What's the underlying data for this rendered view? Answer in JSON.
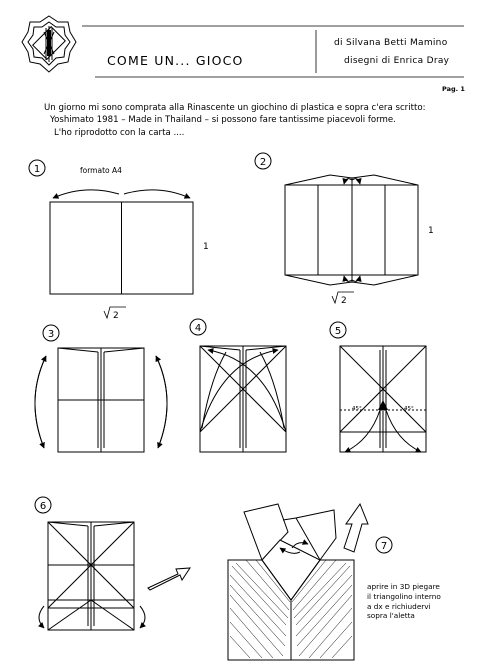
{
  "header": {
    "title": "COME UN... GIOCO",
    "author": "di Silvana Betti Mamino",
    "drawings": "disegni di Enrica  Dray",
    "page": "Pag. 1"
  },
  "intro": {
    "line1": "Un giorno mi sono comprata alla Rinascente un giochino di plastica e sopra c'era scritto:",
    "line2": "Yoshimato 1981 – Made in Thailand – si possono fare tantissime piacevoli forme.",
    "line3": "L'ho riprodotto con la carta ...."
  },
  "steps": {
    "s1": "1",
    "s2": "2",
    "s3": "3",
    "s4": "4",
    "s5": "5",
    "s6": "6",
    "s7": "7"
  },
  "step1": {
    "label": "formato A4",
    "side": "1",
    "bottom": "2"
  },
  "step2": {
    "side": "1",
    "bottom": "2"
  },
  "step5": {
    "angle_left": "45°",
    "angle_right": "45°"
  },
  "step7": {
    "note_line1": "aprire in 3D piegare",
    "note_line2": "il triangolino interno",
    "note_line3": "a dx e richiudervi",
    "note_line4": "sopra l'aletta"
  }
}
